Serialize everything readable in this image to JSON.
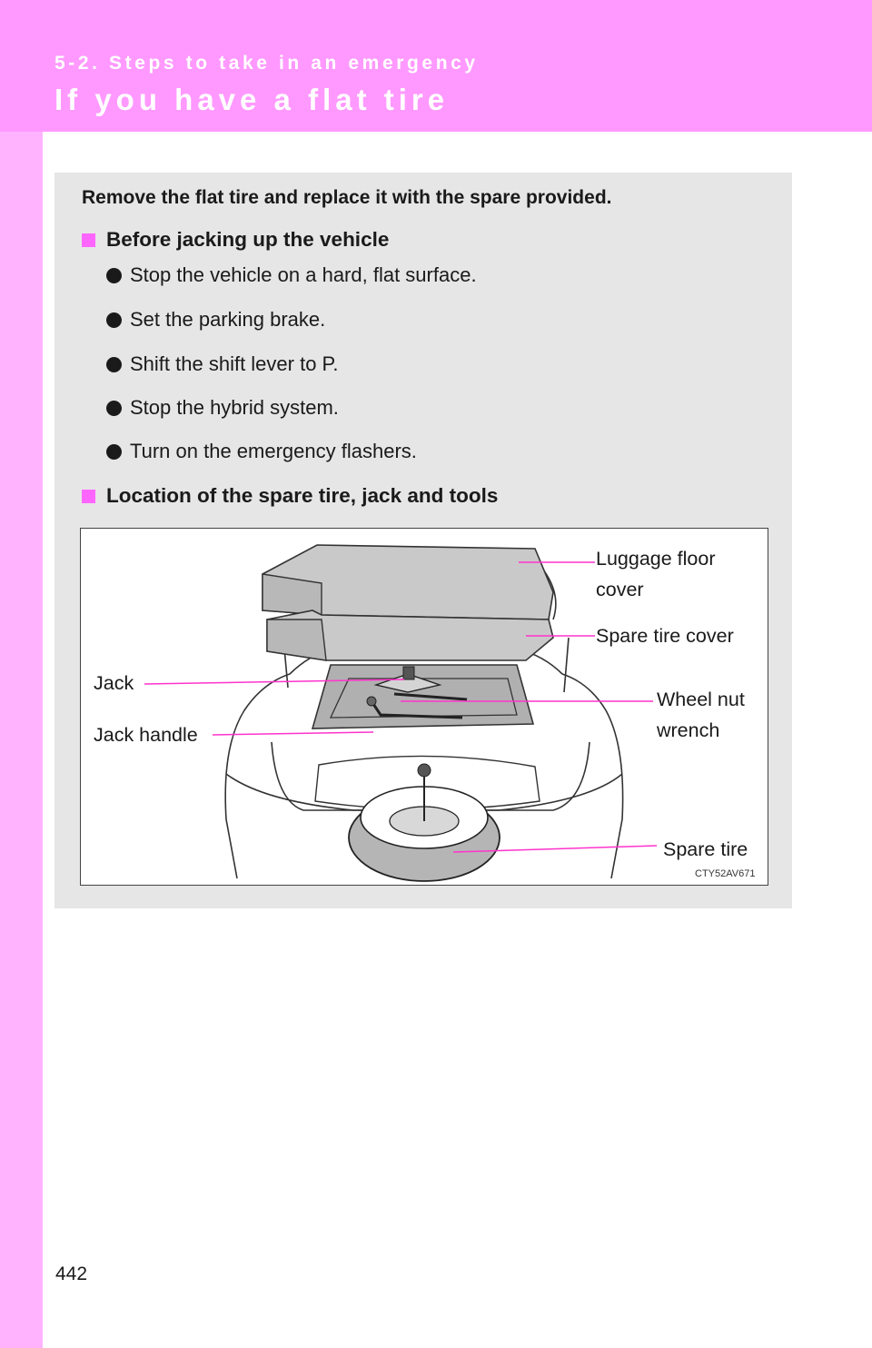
{
  "header": {
    "section_label": "5-2. Steps to take in an emergency",
    "page_title": "If you have a flat tire"
  },
  "content": {
    "intro": "Remove the flat tire and replace it with the spare provided.",
    "before_jacking": {
      "heading": "Before jacking up the vehicle",
      "steps": [
        "Stop the vehicle on a hard, flat surface.",
        "Set the parking brake.",
        "Shift the shift lever to P.",
        "Stop the hybrid system.",
        "Turn on the emergency flashers."
      ]
    },
    "location": {
      "heading": "Location of the spare tire, jack and tools"
    }
  },
  "figure": {
    "labels": {
      "luggage_floor_cover_1": "Luggage floor",
      "luggage_floor_cover_2": "cover",
      "spare_tire_cover": "Spare tire cover",
      "jack": "Jack",
      "jack_handle": "Jack handle",
      "wheel_nut_wrench_1": "Wheel nut",
      "wheel_nut_wrench_2": "wrench",
      "spare_tire": "Spare tire"
    },
    "code": "CTY52AV671",
    "colors": {
      "leader_line": "#ff33cc"
    }
  },
  "page": {
    "number": "442"
  }
}
